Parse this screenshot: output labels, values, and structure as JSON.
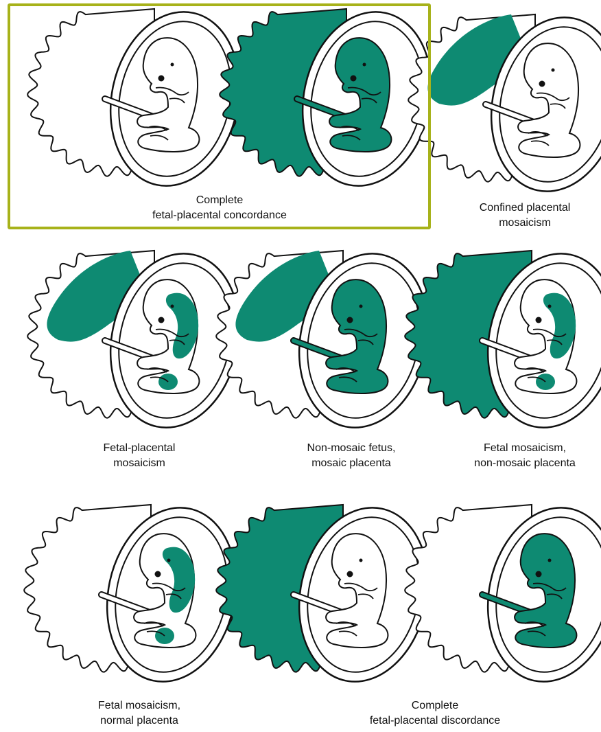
{
  "colors": {
    "mosaic": "#0e8a72",
    "outline": "#111111",
    "highlight": "#a7b21a"
  },
  "highlighted_panel": "complete-concordance",
  "captions": {
    "complete_concordance": [
      "Complete",
      "fetal-placental concordance"
    ],
    "confined_placental": [
      "Confined placental",
      "mosaicism"
    ],
    "fetal_placental": [
      "Fetal-placental",
      "mosaicism"
    ],
    "non_mosaic_fetus": [
      "Non-mosaic fetus,",
      "mosaic placenta"
    ],
    "fetal_mosaicism_nonmosaic_placenta": [
      "Fetal mosaicism,",
      "non-mosaic placenta"
    ],
    "fetal_mosaicism_normal_placenta": [
      "Fetal mosaicism,",
      "normal placenta"
    ],
    "complete_discordance": [
      "Complete",
      "fetal-placental discordance"
    ]
  },
  "panels": [
    {
      "id": "complete-concordance-normal",
      "placenta": "none",
      "fetus": "none"
    },
    {
      "id": "complete-concordance-abnormal",
      "placenta": "full",
      "fetus": "full"
    },
    {
      "id": "confined-placental-mosaicism",
      "placenta": "partial",
      "fetus": "none"
    },
    {
      "id": "fetal-placental-mosaicism",
      "placenta": "partial",
      "fetus": "patches"
    },
    {
      "id": "non-mosaic-fetus-mosaic-placenta",
      "placenta": "partial",
      "fetus": "full"
    },
    {
      "id": "fetal-mosaicism-non-mosaic-placenta",
      "placenta": "full",
      "fetus": "patches"
    },
    {
      "id": "fetal-mosaicism-normal-placenta",
      "placenta": "none",
      "fetus": "patches"
    },
    {
      "id": "complete-discordance-abnormal-placenta",
      "placenta": "full",
      "fetus": "none"
    },
    {
      "id": "complete-discordance-abnormal-fetus",
      "placenta": "none",
      "fetus": "full"
    }
  ]
}
